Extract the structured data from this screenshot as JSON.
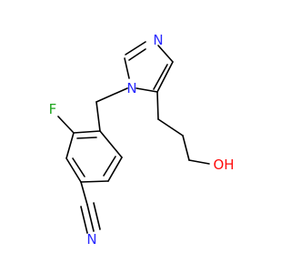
{
  "colors": {
    "bond": "#000000",
    "N": "#2a2aff",
    "O": "#ff0d0d",
    "F": "#1fa61f",
    "C": "#000000"
  },
  "atoms": [
    {
      "id": "n3",
      "element": "N",
      "label": "N"
    },
    {
      "id": "n1",
      "element": "N",
      "label": "N"
    },
    {
      "id": "f",
      "element": "F",
      "label": "F"
    },
    {
      "id": "oh",
      "element": "O",
      "label": "OH"
    },
    {
      "id": "ncn",
      "element": "N",
      "label": "N"
    }
  ]
}
